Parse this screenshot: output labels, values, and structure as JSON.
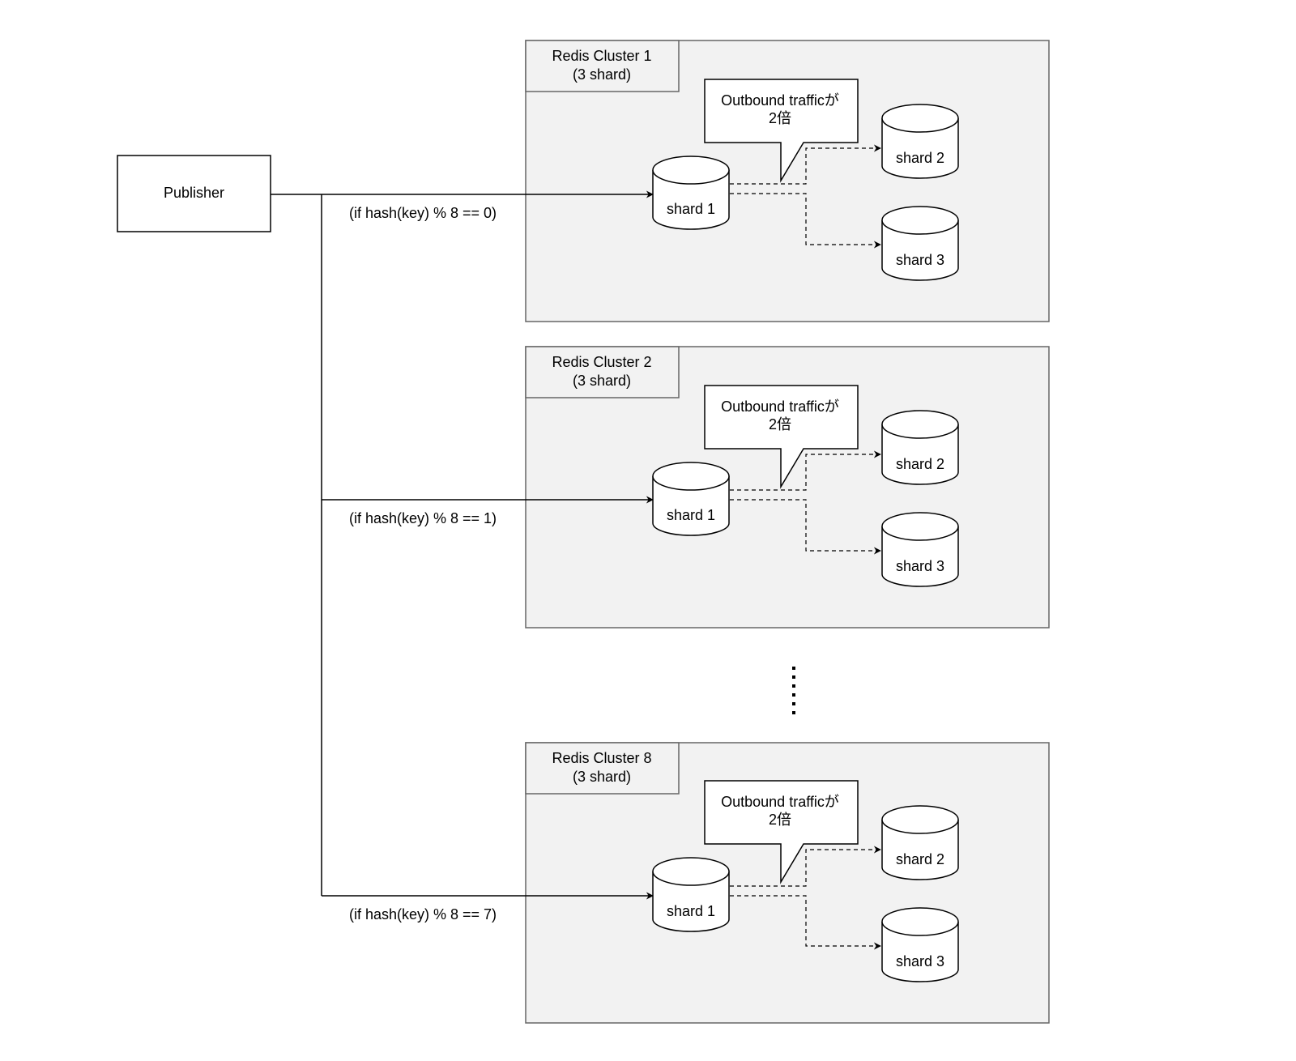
{
  "publisher": {
    "label": "Publisher"
  },
  "clusters": [
    {
      "title": [
        "Redis Cluster 1",
        "(3 shard)"
      ],
      "route_label": "(if hash(key) % 8 == 0)",
      "callout": [
        "Outbound trafficが",
        "2倍"
      ],
      "shards": [
        "shard 1",
        "shard 2",
        "shard 3"
      ]
    },
    {
      "title": [
        "Redis Cluster 2",
        "(3 shard)"
      ],
      "route_label": "(if hash(key) % 8 == 1)",
      "callout": [
        "Outbound trafficが",
        "2倍"
      ],
      "shards": [
        "shard 1",
        "shard 2",
        "shard 3"
      ]
    },
    {
      "title": [
        "Redis Cluster 8",
        "(3 shard)"
      ],
      "route_label": "(if hash(key) % 8 == 7)",
      "callout": [
        "Outbound trafficが",
        "2倍"
      ],
      "shards": [
        "shard 1",
        "shard 2",
        "shard 3"
      ]
    }
  ],
  "colors": {
    "cluster_fill": "#f2f2f2",
    "cluster_stroke": "#666666",
    "line": "#000000",
    "node_fill": "#ffffff"
  }
}
